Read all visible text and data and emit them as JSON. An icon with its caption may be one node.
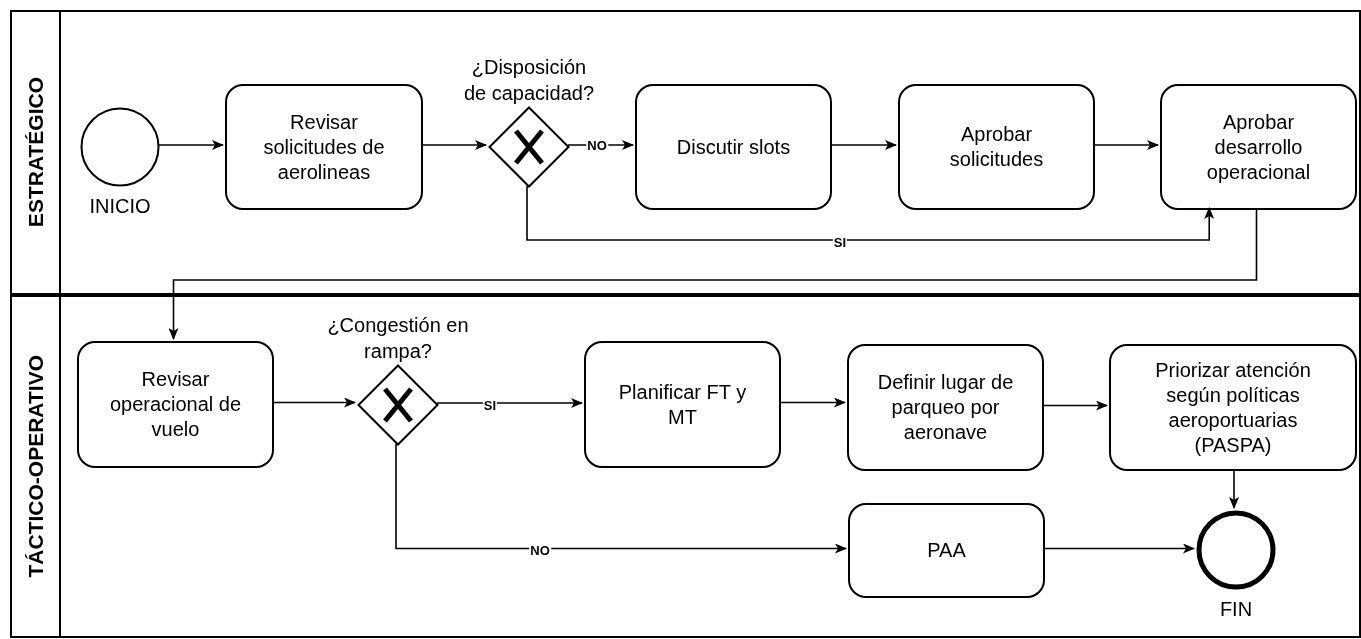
{
  "diagram": {
    "nodes": [
      {
        "text": [
          "ESTRATÉGICO"
        ]
      },
      {
        "text": [
          "INICIO"
        ],
        "in": 0
      },
      {
        "text": [
          "Revisar solicitudes de aerolineas"
        ],
        "in": 0
      },
      {
        "text": [
          "¿Disposición de capacidad?"
        ],
        "in": 0
      },
      {
        "text": [
          "Discutir slots"
        ],
        "in": 0
      },
      {
        "text": [
          "Aprobar solicitudes"
        ],
        "in": 0
      },
      {
        "text": [
          "Aprobar desarrollo operacional"
        ],
        "in": 0
      },
      {
        "text": [
          "TÁCTICO-OPERATIVO"
        ]
      },
      {
        "text": [
          "Revisar operacional de vuelo"
        ],
        "in": 7
      },
      {
        "text": [
          "¿Congestión en rampa?"
        ],
        "in": 7
      },
      {
        "text": [
          "Planificar FT y MT"
        ],
        "in": 7
      },
      {
        "text": [
          "Definir lugar de parqueo por aeronave"
        ],
        "in": 7
      },
      {
        "text": [
          "Priorizar atención según políticas aeroportuarias (PASPA)"
        ],
        "in": 7
      },
      {
        "text": [
          "PAA"
        ],
        "in": 7
      },
      {
        "text": [
          "FIN"
        ],
        "in": 7
      }
    ],
    "edges": [
      {
        "from": 1,
        "to": 2,
        "arrow": "to"
      },
      {
        "from": 2,
        "to": 3,
        "arrow": "to"
      },
      {
        "from": 3,
        "to": 4,
        "arrow": "to",
        "label": "NO"
      },
      {
        "from": 4,
        "to": 5,
        "arrow": "to"
      },
      {
        "from": 5,
        "to": 6,
        "arrow": "to"
      },
      {
        "from": 3,
        "to": 6,
        "arrow": "to",
        "label": "SI"
      },
      {
        "from": 6,
        "to": 8,
        "arrow": "to"
      },
      {
        "from": 8,
        "to": 9,
        "arrow": "to"
      },
      {
        "from": 9,
        "to": 10,
        "arrow": "to",
        "label": "SI"
      },
      {
        "from": 10,
        "to": 11,
        "arrow": "to"
      },
      {
        "from": 11,
        "to": 12,
        "arrow": "to"
      },
      {
        "from": 12,
        "to": 14,
        "arrow": "to"
      },
      {
        "from": 9,
        "to": 13,
        "arrow": "to",
        "label": "NO"
      },
      {
        "from": 13,
        "to": 14,
        "arrow": "to"
      }
    ]
  }
}
